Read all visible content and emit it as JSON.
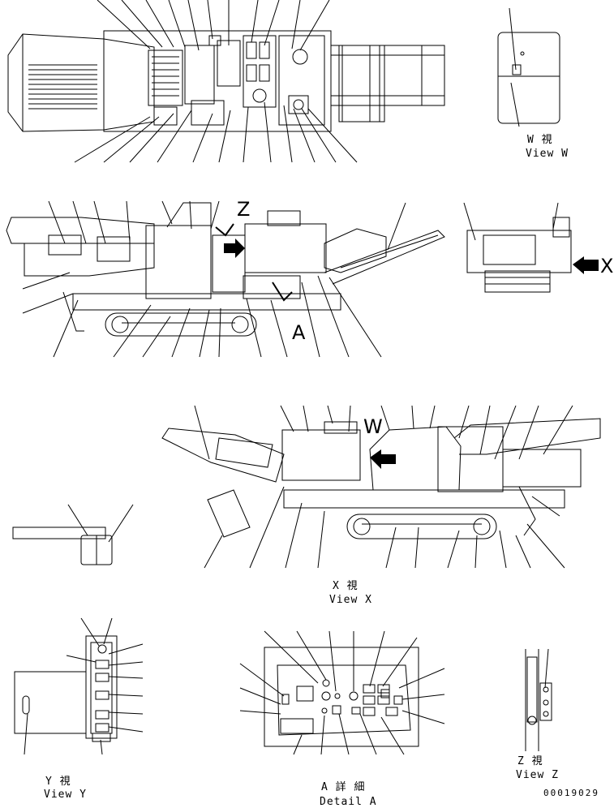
{
  "views": {
    "w": {
      "jp": "W 視",
      "en": "View W"
    },
    "x": {
      "jp": "X 視",
      "en": "View X"
    },
    "y": {
      "jp": "Y 視",
      "en": "View Y"
    },
    "z": {
      "jp": "Z 視",
      "en": "View Z"
    },
    "a": {
      "jp": "A 詳 細",
      "en": "Detail A"
    }
  },
  "markers": {
    "z": "Z",
    "w": "W",
    "x": "X",
    "a": "A"
  },
  "document_number": "00019029"
}
